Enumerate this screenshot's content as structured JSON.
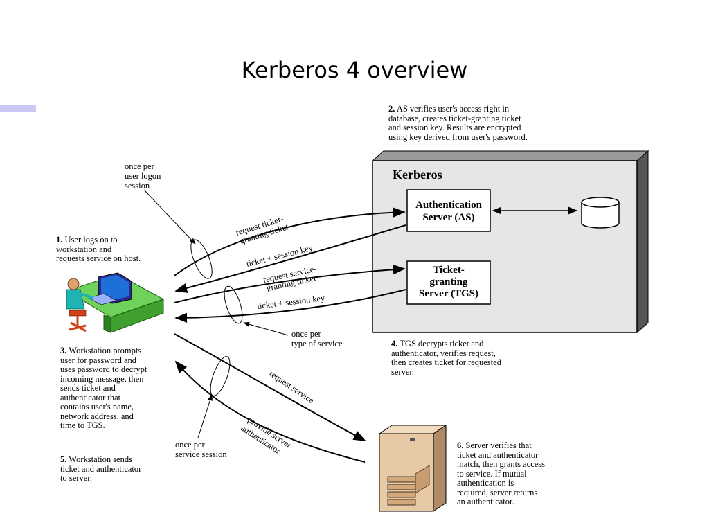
{
  "title": "Kerberos 4 overview",
  "kerberos_label": "Kerberos",
  "as_box": {
    "line1": "Authentication",
    "line2": "Server (AS)"
  },
  "tgs_box": {
    "line1": "Ticket-",
    "line2": "granting",
    "line3": "Server (TGS)"
  },
  "annotations": {
    "once_per_logon": [
      "once per",
      "user logon",
      "session"
    ],
    "once_per_service_type": [
      "once per",
      "type of service"
    ],
    "once_per_service_session": [
      "once per",
      "service session"
    ]
  },
  "arrow_labels": {
    "request_tgt": [
      "request ticket-",
      "granting ticket"
    ],
    "ticket_session_key_1": "ticket + session key",
    "request_service_gt": [
      "request service-",
      "granting ticket"
    ],
    "ticket_session_key_2": "ticket + session key",
    "request_service": "request service",
    "provide_authenticator": [
      "provide server",
      "authenticator"
    ]
  },
  "steps": {
    "s1": {
      "num": "1.",
      "text_lines": [
        "User logs on to",
        "workstation and",
        "requests service on host."
      ]
    },
    "s2": {
      "num": "2.",
      "text_lines": [
        "AS verifies user's access right in",
        "database, creates ticket-granting ticket",
        "and session key. Results are encrypted",
        "using key derived from user's password."
      ]
    },
    "s3": {
      "num": "3.",
      "text_lines": [
        "Workstation prompts",
        "user for password and",
        "uses password to decrypt",
        "incoming message, then",
        "sends ticket and",
        "authenticator that",
        "contains user's name,",
        "network address, and",
        "time to TGS."
      ]
    },
    "s4": {
      "num": "4.",
      "text_lines": [
        "TGS decrypts ticket and",
        "authenticator, verifies request,",
        "then creates ticket for requested",
        "server."
      ]
    },
    "s5": {
      "num": "5.",
      "text_lines": [
        "Workstation sends",
        "ticket and authenticator",
        "to server."
      ]
    },
    "s6": {
      "num": "6.",
      "text_lines": [
        "Server verifies that",
        "ticket and authenticator",
        "match, then grants access",
        "to service. If mutual",
        "authentication is",
        "required, server returns",
        "an authenticator."
      ]
    }
  },
  "colors": {
    "accent_bar": "#c9c9f3",
    "kerberos_box": "#e6e6e6",
    "desk": "#6fd25a",
    "monitor": "#1f6fd8",
    "server": "#e8c9a6"
  }
}
